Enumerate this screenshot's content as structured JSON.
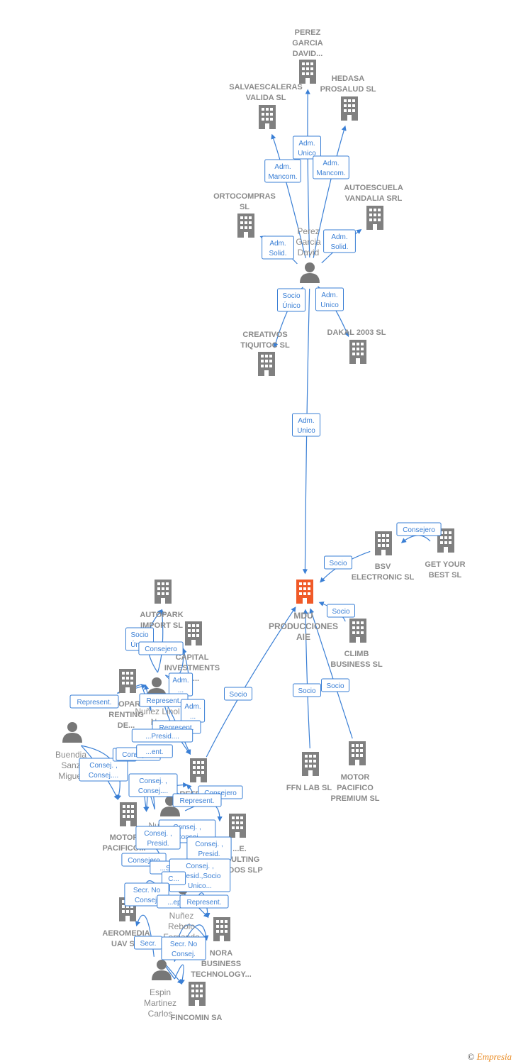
{
  "footer": {
    "symbol": "©",
    "brand": "Empresia"
  },
  "colors": {
    "company": "#808080",
    "main_company": "#f05a28",
    "person": "#777777",
    "edge": "#3a7fd5"
  },
  "nodes": [
    {
      "id": "perez-garcia-david-co",
      "type": "company",
      "label": [
        "PEREZ",
        "GARCIA",
        "DAVID..."
      ]
    },
    {
      "id": "salvaescaleras",
      "type": "company",
      "label": [
        "SALVAESCALERAS",
        "VALIDA SL"
      ]
    },
    {
      "id": "hedasa",
      "type": "company",
      "label": [
        "HEDASA",
        "PROSALUD SL"
      ]
    },
    {
      "id": "ortocompras",
      "type": "company",
      "label": [
        "ORTOCOMPRAS",
        "SL"
      ]
    },
    {
      "id": "autoescuela",
      "type": "company",
      "label": [
        "AUTOESCUELA",
        "VANDALIA SRL"
      ]
    },
    {
      "id": "perez-garcia-david",
      "type": "person",
      "label": [
        "Perez",
        "Garcia",
        "David"
      ]
    },
    {
      "id": "creativos",
      "type": "company",
      "label": [
        "CREATIVOS",
        "TIQUITOC SL"
      ]
    },
    {
      "id": "dakal",
      "type": "company",
      "label": [
        "DAKAL 2003 SL"
      ]
    },
    {
      "id": "mdu",
      "type": "main",
      "label": [
        "MDU",
        "PRODUCCIONES",
        "AIE"
      ]
    },
    {
      "id": "bsv",
      "type": "company",
      "label": [
        "BSV",
        "ELECTRONIC SL"
      ]
    },
    {
      "id": "get-your-best",
      "type": "company",
      "label": [
        "GET YOUR",
        "BEST  SL"
      ]
    },
    {
      "id": "climb",
      "type": "company",
      "label": [
        "CLIMB",
        "BUSINESS  SL"
      ]
    },
    {
      "id": "ffn-lab",
      "type": "company",
      "label": [
        "FFN LAB  SL"
      ]
    },
    {
      "id": "motor-pacifico-premium",
      "type": "company",
      "label": [
        "MOTOR",
        "PACIFICO",
        "PREMIUM  SL"
      ]
    },
    {
      "id": "autopark",
      "type": "company",
      "label": [
        "AUTOPARK",
        "IMPORT SL"
      ]
    },
    {
      "id": "capital-investments",
      "type": "company",
      "label": [
        "CAPITAL",
        "INVESTMENTS",
        "IN..."
      ]
    },
    {
      "id": "autopark-renting",
      "type": "company",
      "label": [
        "...OPAR",
        "RENTING",
        "DE..."
      ]
    },
    {
      "id": "nunez-linol",
      "type": "person",
      "label": [
        "Nuñez Linol",
        "N..."
      ]
    },
    {
      "id": "buendia",
      "type": "person",
      "label": [
        "Buendia",
        "Sanz",
        "Miguel"
      ]
    },
    {
      "id": "refe",
      "type": "company",
      "label": [
        "...REFE..."
      ]
    },
    {
      "id": "motor-pacifico",
      "type": "company",
      "label": [
        "MOTOR",
        "PACIFICO..."
      ]
    },
    {
      "id": "nunez-2",
      "type": "person",
      "label": [
        "Nuñez Li..."
      ]
    },
    {
      "id": "e-consulting",
      "type": "company",
      "label": [
        "...E.",
        "...SULTING",
        "...RDOS  SLP"
      ]
    },
    {
      "id": "aeromedia",
      "type": "company",
      "label": [
        "AEROMEDIA",
        "UAV S..."
      ]
    },
    {
      "id": "nunez-rebolo",
      "type": "person",
      "label": [
        "Nuñez",
        "Rebolo",
        "Fernando"
      ]
    },
    {
      "id": "nora",
      "type": "company",
      "label": [
        "NORA",
        "BUSINESS",
        "TECHNOLOGY..."
      ]
    },
    {
      "id": "espin",
      "type": "person",
      "label": [
        "Espin",
        "Martinez",
        "Carlos"
      ]
    },
    {
      "id": "fincomin",
      "type": "company",
      "label": [
        "FINCOMIN SA"
      ]
    }
  ],
  "edges": [
    {
      "from": "perez-garcia-david",
      "to": "perez-garcia-david-co",
      "label": [
        "Adm.",
        "Unico"
      ]
    },
    {
      "from": "perez-garcia-david",
      "to": "salvaescaleras",
      "label": [
        "Adm.",
        "Mancom."
      ]
    },
    {
      "from": "perez-garcia-david",
      "to": "hedasa",
      "label": [
        "Adm.",
        "Mancom."
      ]
    },
    {
      "from": "perez-garcia-david",
      "to": "ortocompras",
      "label": [
        "Adm.",
        "Solid."
      ]
    },
    {
      "from": "perez-garcia-david",
      "to": "autoescuela",
      "label": [
        "Adm.",
        "Solid."
      ]
    },
    {
      "from": "perez-garcia-david",
      "to": "creativos",
      "label": [
        "Socio",
        "Único"
      ]
    },
    {
      "from": "perez-garcia-david",
      "to": "dakal",
      "label": [
        "Adm.",
        "Unico"
      ]
    },
    {
      "from": "perez-garcia-david",
      "to": "mdu",
      "label": [
        "Adm.",
        "Unico"
      ]
    },
    {
      "from": "bsv",
      "to": "mdu",
      "label": [
        "Socio"
      ]
    },
    {
      "from": "get-your-best",
      "to": "bsv",
      "label": [
        "Consejero"
      ]
    },
    {
      "from": "climb",
      "to": "mdu",
      "label": [
        "Socio"
      ]
    },
    {
      "from": "ffn-lab",
      "to": "mdu",
      "label": [
        "Socio"
      ]
    },
    {
      "from": "motor-pacifico-premium",
      "to": "mdu",
      "label": [
        "Socio"
      ]
    },
    {
      "from": "refe",
      "to": "mdu",
      "label": [
        "Socio"
      ]
    },
    {
      "from": "nunez-linol",
      "to": "autopark",
      "label": [
        "Socio",
        "Único"
      ]
    },
    {
      "from": "nunez-linol",
      "to": "autopark",
      "label": [
        "Consejero"
      ]
    },
    {
      "from": "nunez-linol",
      "to": "capital-investments",
      "label": [
        "Adm.",
        "..."
      ]
    },
    {
      "from": "nunez-linol",
      "to": "autopark-renting",
      "label": [
        "Represent."
      ]
    },
    {
      "from": "nunez-linol",
      "to": "refe",
      "label": [
        "Represent."
      ]
    },
    {
      "from": "nunez-linol",
      "to": "capital-investments",
      "label": [
        "Adm.",
        "..."
      ]
    },
    {
      "from": "nunez-linol",
      "to": "refe",
      "label": [
        "Represent."
      ]
    },
    {
      "from": "nunez-linol",
      "to": "autopark-renting",
      "label": [
        "...Presid...."
      ]
    },
    {
      "from": "buendia",
      "to": "motor-pacifico",
      "label": [
        "Consej. ,",
        "Consej...."
      ]
    },
    {
      "from": "buendia",
      "to": "motor-pacifico",
      "label": [
        "C..."
      ]
    },
    {
      "from": "nunez-2",
      "to": "motor-pacifico",
      "label": [
        "Consejero"
      ]
    },
    {
      "from": "nunez-2",
      "to": "motor-pacifico",
      "label": [
        "...ent."
      ]
    },
    {
      "from": "nunez-2",
      "to": "refe",
      "label": [
        "Consej. ,",
        "Consej...."
      ]
    },
    {
      "from": "nunez-2",
      "to": "e-consulting",
      "label": [
        "Consejero"
      ]
    },
    {
      "from": "nunez-2",
      "to": "refe",
      "label": [
        "Represent."
      ]
    },
    {
      "from": "nunez-rebolo",
      "to": "e-consulting",
      "label": [
        "Consej. ,",
        "...Consej..."
      ]
    },
    {
      "from": "nunez-rebolo",
      "to": "motor-pacifico",
      "label": [
        "Consej. ,",
        "Presid."
      ]
    },
    {
      "from": "nunez-rebolo",
      "to": "e-consulting",
      "label": [
        "Consej. ,",
        "Presid."
      ]
    },
    {
      "from": "nunez-rebolo",
      "to": "aeromedia",
      "label": [
        "Consejero"
      ]
    },
    {
      "from": "nunez-rebolo",
      "to": "aeromedia",
      "label": [
        "...Se..."
      ]
    },
    {
      "from": "nunez-rebolo",
      "to": "nora",
      "label": [
        "Consej. ,",
        "Presid.,Socio",
        "Unico..."
      ]
    },
    {
      "from": "nunez-rebolo",
      "to": "nora",
      "label": [
        "C..."
      ]
    },
    {
      "from": "espin",
      "to": "aeromedia",
      "label": [
        "Secr.  No",
        "Consej."
      ]
    },
    {
      "from": "espin",
      "to": "nora",
      "label": [
        "...ep..."
      ]
    },
    {
      "from": "espin",
      "to": "nora",
      "label": [
        "Represent."
      ]
    },
    {
      "from": "espin",
      "to": "fincomin",
      "label": [
        "Secr."
      ]
    },
    {
      "from": "espin",
      "to": "fincomin",
      "label": [
        "Secr.  No",
        "Consej."
      ]
    }
  ]
}
